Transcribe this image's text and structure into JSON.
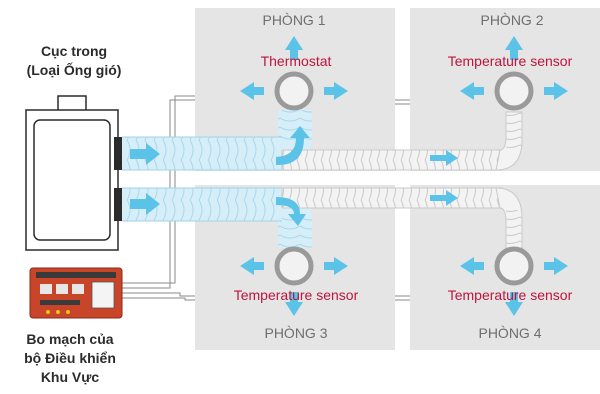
{
  "indoor_unit": {
    "line1": "Cục trong",
    "line2": "(Loại Ống gió)"
  },
  "controller": {
    "line1": "Bo mạch của",
    "line2": "bộ Điều khiển",
    "line3": "Khu Vực"
  },
  "rooms": [
    {
      "title": "PHÒNG 1",
      "sensor": "Thermostat"
    },
    {
      "title": "PHÒNG 2",
      "sensor": "Temperature sensor"
    },
    {
      "title": "PHÒNG 3",
      "sensor": "Temperature sensor"
    },
    {
      "title": "PHÒNG 4",
      "sensor": "Temperature sensor"
    }
  ],
  "colors": {
    "room_bg": "#e5e5e5",
    "duct_fill": "#d6eef8",
    "duct_stroke": "#9fd2ea",
    "air_arrow": "#5cc3e8",
    "sensor_text": "#c0143c",
    "room_text": "#6e6e6e",
    "board": "#c8452a"
  }
}
